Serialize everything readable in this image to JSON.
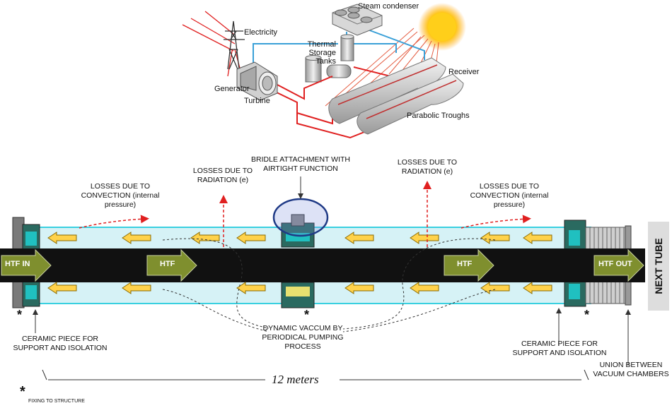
{
  "plant": {
    "steam_condenser": "Steam condenser",
    "electricity": "Electricity",
    "thermal_storage": "Thermal Storage Tanks",
    "generator": "Generator",
    "turbine": "Turbine",
    "receiver": "Receiver",
    "parabolic_troughs": "Parabolic Troughs"
  },
  "tube": {
    "bridle": "BRIDLE ATTACHMENT WITH AIRTIGHT FUNCTION",
    "radiation_left": "LOSSES DUE TO RADIATION (e)",
    "radiation_right": "LOSSES DUE TO RADIATION (e)",
    "convection_left": "LOSSES DUE TO CONVECTION (internal pressure)",
    "convection_right": "LOSSES DUE TO CONVECTION (internal pressure)",
    "htf_in": "HTF IN",
    "htf_1": "HTF",
    "htf_2": "HTF",
    "htf_out": "HTF OUT",
    "next_tube": "NEXT TUBE",
    "ceramic_left": "CERAMIC PIECE FOR SUPPORT AND ISOLATION",
    "ceramic_right": "CERAMIC PIECE FOR SUPPORT AND ISOLATION",
    "dynamic_vacuum": "DYNAMIC VACCUM BY PERIODICAL PUMPING PROCESS",
    "union": "UNION BETWEEN VACUUM CHAMBERS",
    "length": "12 meters",
    "asterisk": "*",
    "fixing_legend": "FIXING TO STRUCTURE"
  },
  "colors": {
    "pipe_red": "#e02020",
    "pipe_blue": "#3aa0d8",
    "glass": "#d6f2f6",
    "glass_edge": "#39d0e0",
    "absorber": "#111111",
    "arrow_yellow": "#ffd24a",
    "htf_green": "#7f8f2e",
    "sun": "#ffc400"
  }
}
